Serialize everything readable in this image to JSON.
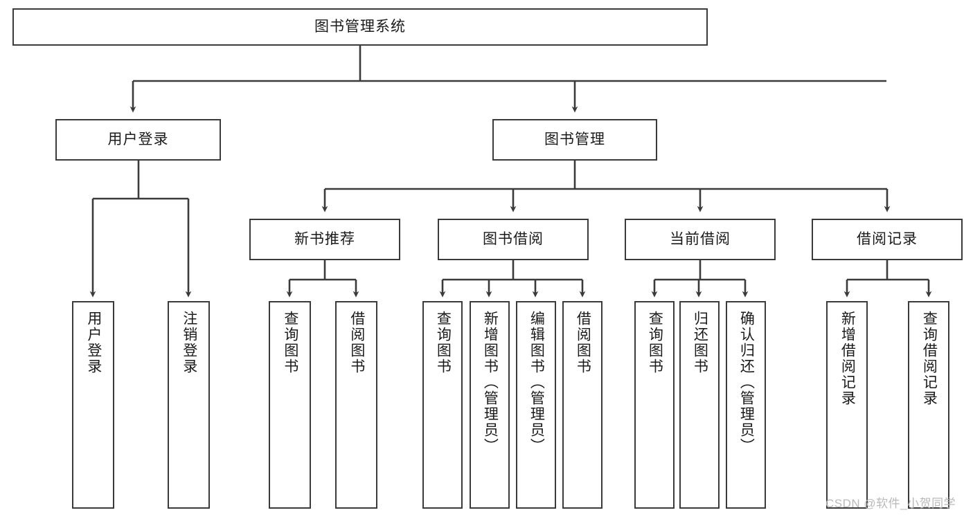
{
  "diagram": {
    "title": "图书管理系统",
    "type": "tree-hierarchy",
    "orientation": "top-down",
    "colors": {
      "box_border": "#3a3a3a",
      "box_fill": "#ffffff",
      "edge": "#3a3a3a",
      "text": "#1a1a1a",
      "watermark": "#b9b9b9",
      "background": "#ffffff"
    },
    "root": {
      "label": "图书管理系统"
    },
    "level2": [
      {
        "label": "用户登录"
      },
      {
        "label": "图书管理"
      }
    ],
    "level3": [
      {
        "label": "新书推荐"
      },
      {
        "label": "图书借阅"
      },
      {
        "label": "当前借阅"
      },
      {
        "label": "借阅记录"
      }
    ],
    "leaves": {
      "user_login": [
        {
          "label": "用户登录"
        },
        {
          "label": "注销登录"
        }
      ],
      "new_book_recommend": [
        {
          "label": "查询图书"
        },
        {
          "label": "借阅图书"
        }
      ],
      "book_borrow": [
        {
          "label": "查询图书"
        },
        {
          "label": "新增图书（管理员）"
        },
        {
          "label": "编辑图书（管理员）"
        },
        {
          "label": "借阅图书"
        }
      ],
      "current_borrow": [
        {
          "label": "查询图书"
        },
        {
          "label": "归还图书"
        },
        {
          "label": "确认归还（管理员）"
        }
      ],
      "borrow_record": [
        {
          "label": "新增借阅记录"
        },
        {
          "label": "查询借阅记录"
        }
      ]
    }
  },
  "watermark": {
    "text": "CSDN @软件_小贺同学"
  }
}
